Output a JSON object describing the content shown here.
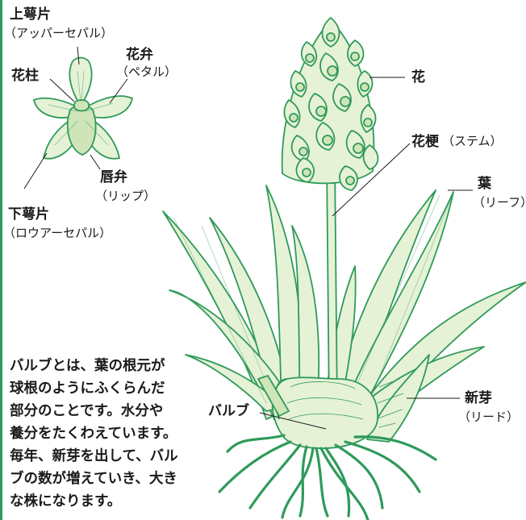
{
  "colors": {
    "stroke": "#2f9a5a",
    "fill": "#e6f2d6",
    "fill_dark": "#cfe5b8",
    "text": "#1a1a1a"
  },
  "flower_parts": {
    "upper_sepal": {
      "label": "上萼片",
      "reading": "（アッパーセパル）"
    },
    "column": {
      "label": "花柱"
    },
    "petal": {
      "label": "花弁",
      "reading": "（ペタル）"
    },
    "lip": {
      "label": "唇弁",
      "reading": "（リップ）"
    },
    "lower_sepal": {
      "label": "下萼片",
      "reading": "（ロウアーセパル）"
    }
  },
  "plant_parts": {
    "flower": {
      "label": "花"
    },
    "stem": {
      "label": "花梗",
      "reading": "（ステム）"
    },
    "leaf": {
      "label": "葉",
      "reading": "（リーフ）"
    },
    "new_shoot": {
      "label": "新芽",
      "reading": "（リード）"
    },
    "bulb": {
      "label": "バルブ"
    }
  },
  "description": {
    "lines": [
      "バルブとは、葉の根元が",
      "球根のようにふくらんだ",
      "部分のことです。水分や",
      "養分をたくわえています。",
      "毎年、新芽を出して、バル",
      "ブの数が増えていき、大き",
      "な株になります。"
    ]
  }
}
